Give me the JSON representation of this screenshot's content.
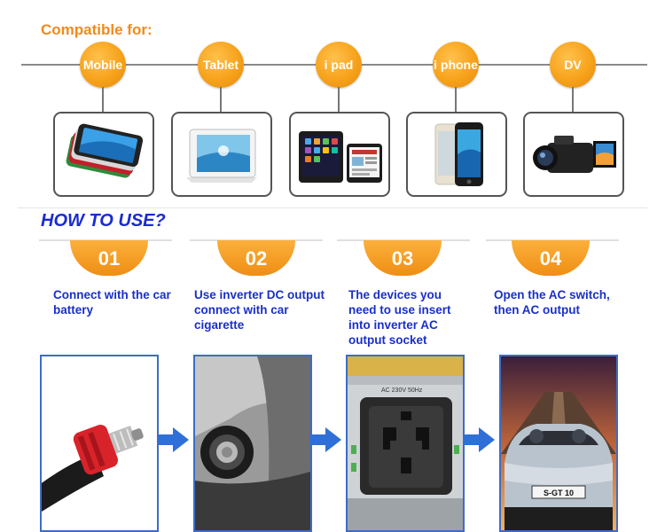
{
  "compatible": {
    "title": "Compatible for:",
    "items": [
      {
        "label": "Mobile",
        "icon": "mobile-phones-icon"
      },
      {
        "label": "Tablet",
        "icon": "tablet-icon"
      },
      {
        "label": "i pad",
        "icon": "ipad-icon"
      },
      {
        "label": "i phone",
        "icon": "iphone-icon"
      },
      {
        "label": "DV",
        "icon": "camcorder-icon"
      }
    ]
  },
  "how_to": {
    "title": "HOW TO USE?",
    "steps": [
      {
        "number": "01",
        "text": "Connect with the car battery"
      },
      {
        "number": "02",
        "text": "Use inverter DC output connect with car cigarette"
      },
      {
        "number": "03",
        "text": "The devices you need to use insert into inverter AC output socket"
      },
      {
        "number": "04",
        "text": "Open the AC switch, then AC output"
      }
    ],
    "photo_text": {
      "socket_label": "AC 230V 50Hz",
      "license_plate": "S-GT 10"
    }
  },
  "colors": {
    "orange": "#f7a21b",
    "title_orange": "#f08a1c",
    "blue_text": "#1a2fc9",
    "arrow_blue": "#2f6fd8"
  }
}
